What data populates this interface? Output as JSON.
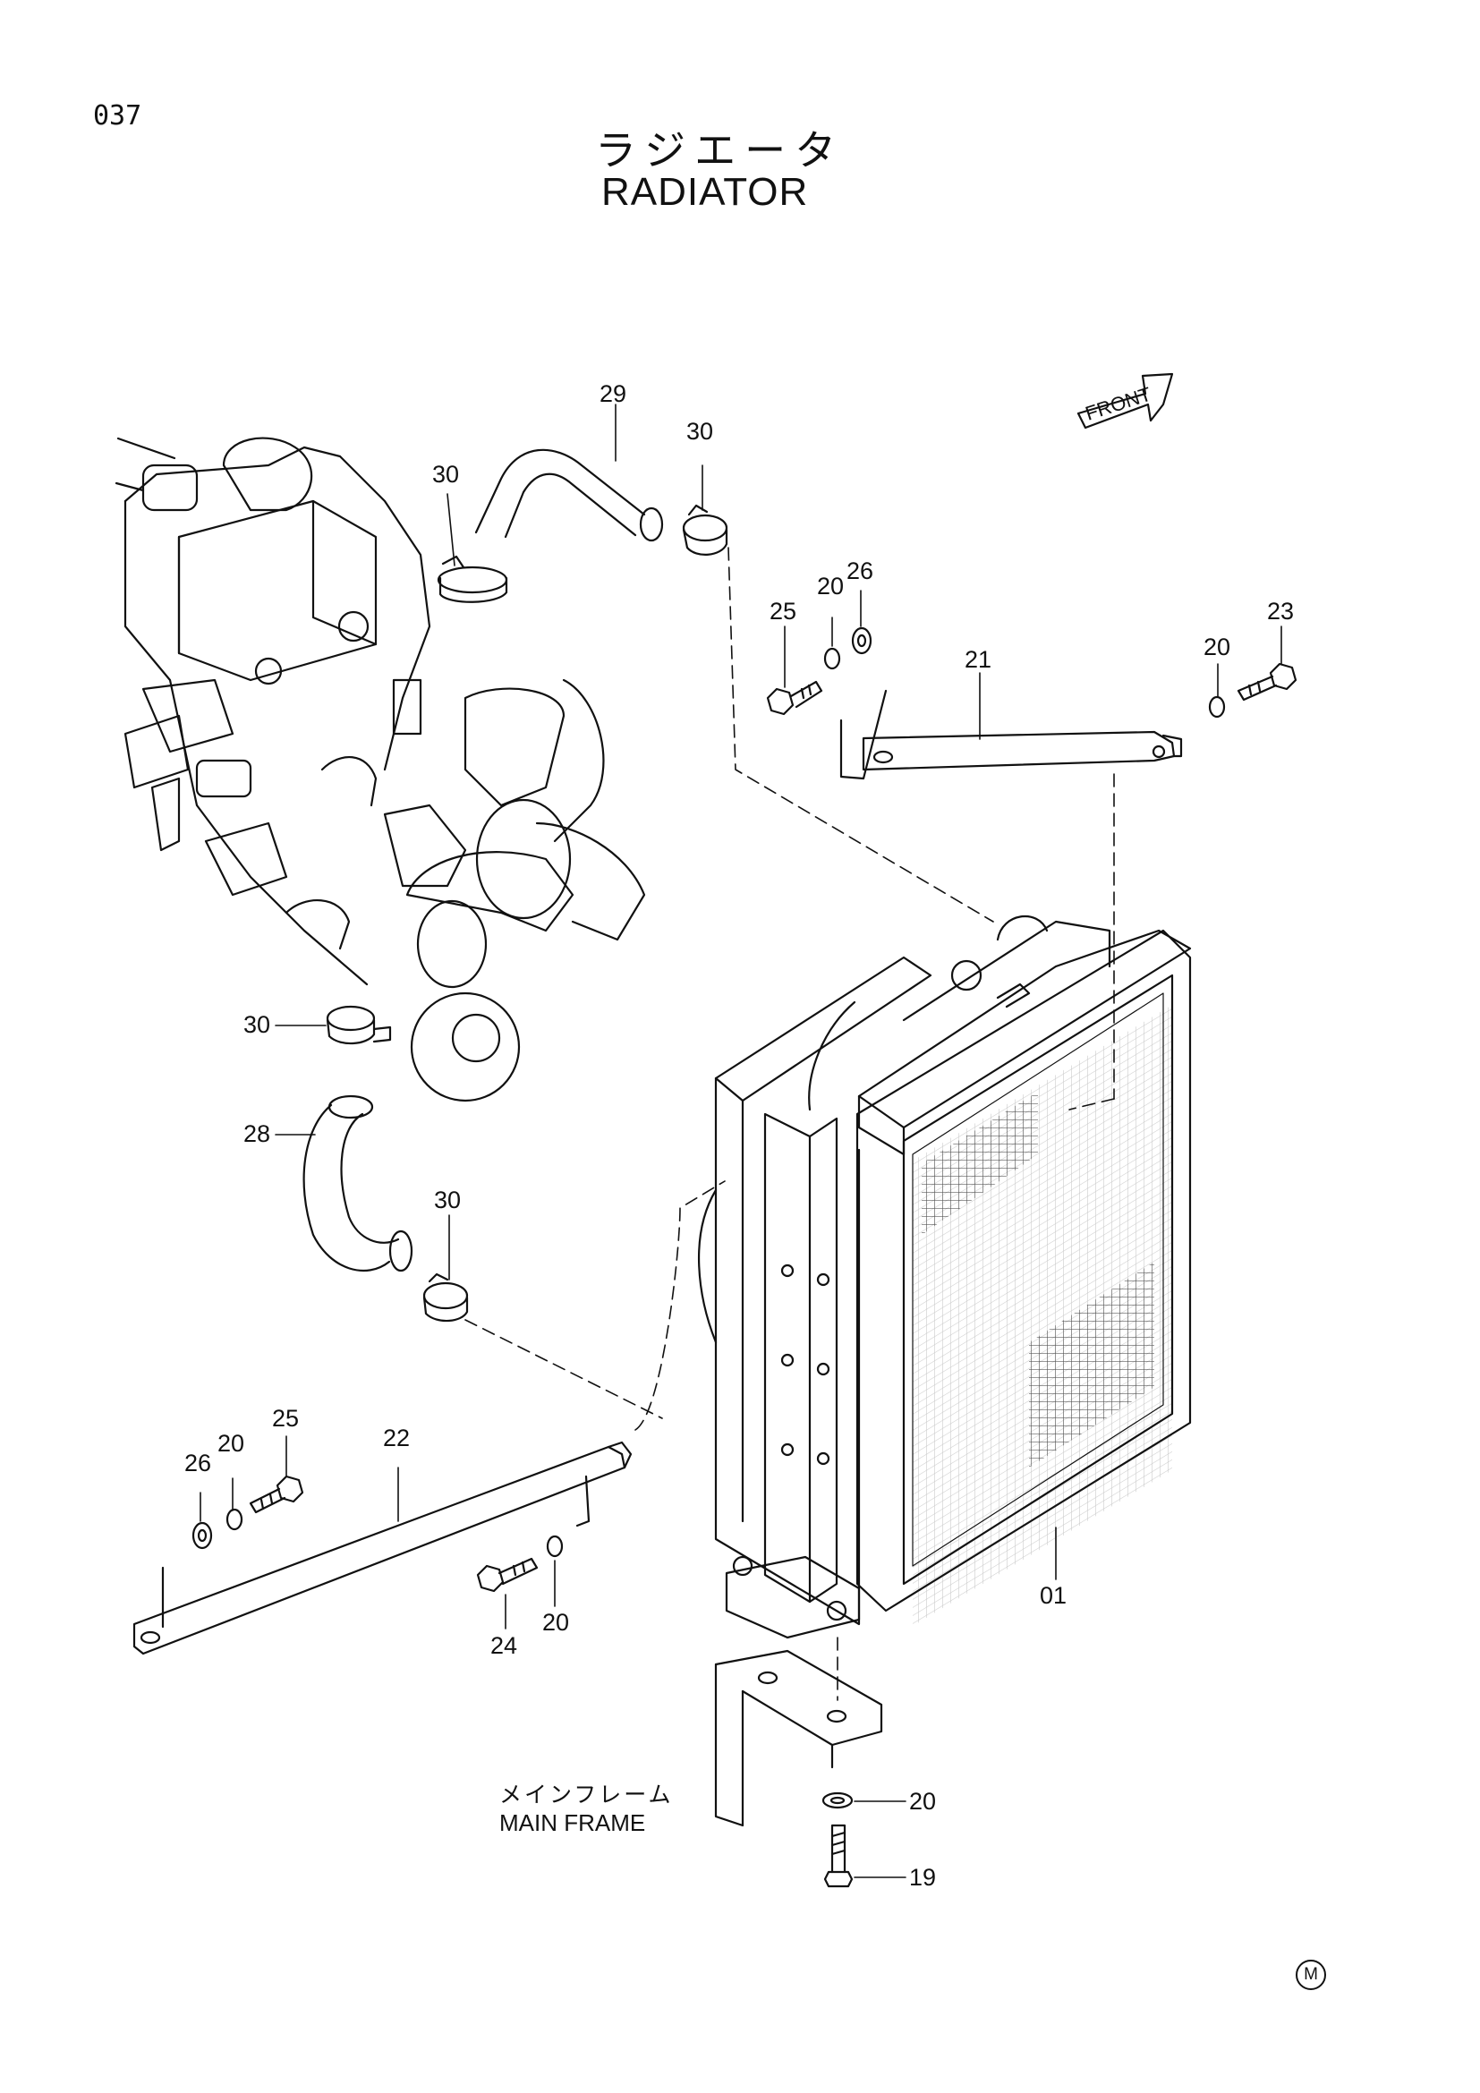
{
  "page_number": "037",
  "title_jp": "ラジエータ",
  "title_en": "RADIATOR",
  "direction_label": "FRONT",
  "frame_label_jp": "メインフレーム",
  "frame_label_en": "MAIN FRAME",
  "corner_mark": "M",
  "callouts": [
    {
      "label": "29"
    },
    {
      "label": "30"
    },
    {
      "label": "30"
    },
    {
      "label": "25"
    },
    {
      "label": "20"
    },
    {
      "label": "26"
    },
    {
      "label": "23"
    },
    {
      "label": "20"
    },
    {
      "label": "21"
    },
    {
      "label": "30"
    },
    {
      "label": "28"
    },
    {
      "label": "30"
    },
    {
      "label": "25"
    },
    {
      "label": "20"
    },
    {
      "label": "26"
    },
    {
      "label": "22"
    },
    {
      "label": "24"
    },
    {
      "label": "20"
    },
    {
      "label": "01"
    },
    {
      "label": "20"
    },
    {
      "label": "19"
    }
  ]
}
